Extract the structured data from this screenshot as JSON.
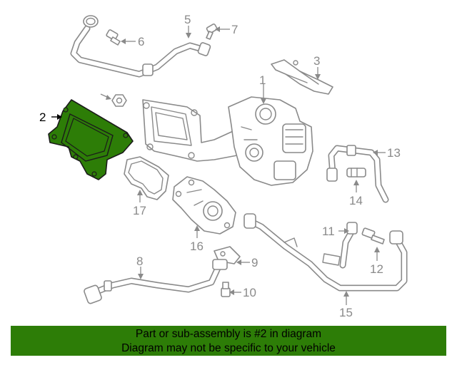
{
  "diagram": {
    "highlighted_part": "2",
    "highlight_color": "#2d7d07",
    "line_color": "#8a8a8a",
    "callouts": [
      "1",
      "2",
      "3",
      "5",
      "6",
      "7",
      "8",
      "9",
      "10",
      "11",
      "12",
      "13",
      "14",
      "15",
      "16",
      "17"
    ]
  },
  "footer": {
    "background": "#2d7d07",
    "line1": "Part or sub-assembly is #2 in diagram",
    "line2": "Diagram may not be specific to your vehicle"
  }
}
